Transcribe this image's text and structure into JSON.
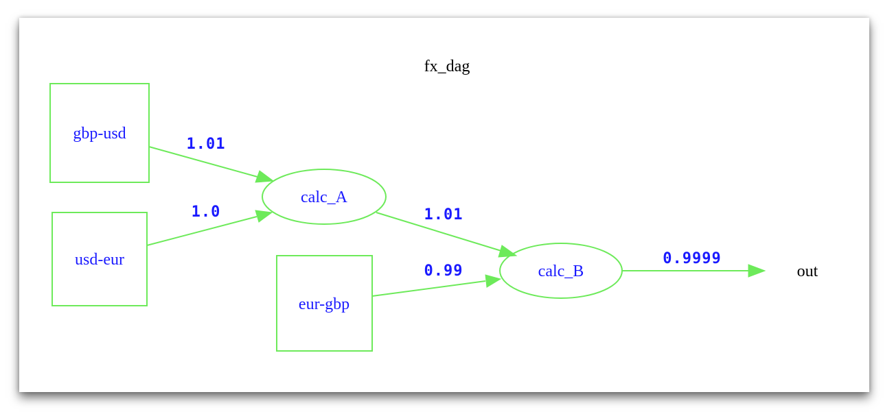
{
  "title": "fx_dag",
  "colors": {
    "edge": "#6dea5a",
    "label": "#1a1aff",
    "text": "#000000"
  },
  "nodes": {
    "gbp_usd": "gbp-usd",
    "usd_eur": "usd-eur",
    "eur_gbp": "eur-gbp",
    "calc_A": "calc_A",
    "calc_B": "calc_B",
    "out": "out"
  },
  "edges": {
    "gbp_usd_to_calc_A": "1.01",
    "usd_eur_to_calc_A": "1.0",
    "calc_A_to_calc_B": "1.01",
    "eur_gbp_to_calc_B": "0.99",
    "calc_B_to_out": "0.9999"
  }
}
